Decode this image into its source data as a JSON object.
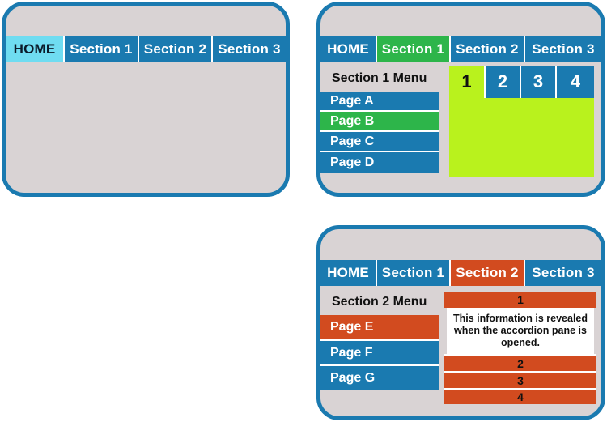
{
  "nav_tabs": [
    "HOME",
    "Section 1",
    "Section 2",
    "Section 3"
  ],
  "panel1": {
    "active_tab": "HOME"
  },
  "panel2": {
    "menu_title": "Section 1 Menu",
    "pages": [
      "Page A",
      "Page B",
      "Page C",
      "Page D"
    ],
    "selected_page": "Page B",
    "tabs": [
      "1",
      "2",
      "3",
      "4"
    ],
    "active_tab": "1"
  },
  "panel3": {
    "menu_title": "Section 2 Menu",
    "pages": [
      "Page E",
      "Page F",
      "Page G"
    ],
    "selected_page": "Page E",
    "accordion": [
      "1",
      "2",
      "3",
      "4"
    ],
    "accordion_open": "1",
    "accordion_text": "This information is revealed when the accordion pane is opened."
  },
  "colors": {
    "frame_border": "#1a7ab0",
    "frame_bg": "#d9d3d4",
    "tab_blue": "#1a7ab0",
    "home_active": "#6fdcf1",
    "section1_active": "#2db54a",
    "section2_active": "#d24b1f",
    "tab_panel": "#b9f21d"
  }
}
